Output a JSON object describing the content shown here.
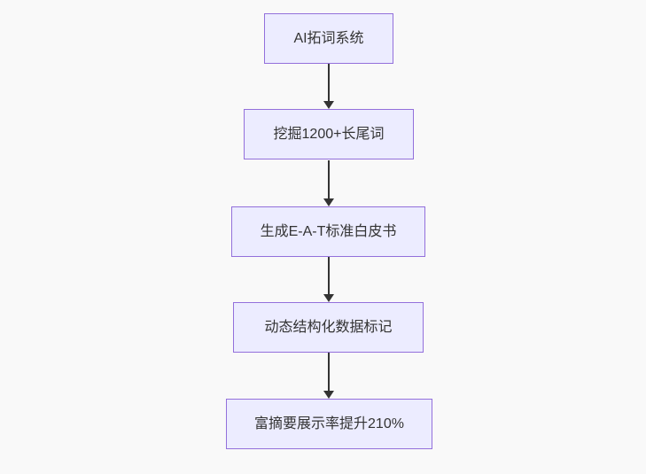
{
  "theme": {
    "background": "#f9f9f9",
    "node_fill": "#ECECFF",
    "node_border": "#9370DB",
    "arrow_color": "#333333",
    "text_color": "#333333"
  },
  "flowchart": {
    "type": "flowchart",
    "direction": "top-down",
    "nodes": [
      {
        "id": "n1",
        "label": "AI拓词系统"
      },
      {
        "id": "n2",
        "label": "挖掘1200+长尾词"
      },
      {
        "id": "n3",
        "label": "生成E-A-T标准白皮书"
      },
      {
        "id": "n4",
        "label": "动态结构化数据标记"
      },
      {
        "id": "n5",
        "label": "富摘要展示率提升210%"
      }
    ],
    "edges": [
      {
        "from": "n1",
        "to": "n2",
        "style": "arrow-down"
      },
      {
        "from": "n2",
        "to": "n3",
        "style": "arrow-down"
      },
      {
        "from": "n3",
        "to": "n4",
        "style": "arrow-down"
      },
      {
        "from": "n4",
        "to": "n5",
        "style": "arrow-down"
      }
    ]
  }
}
